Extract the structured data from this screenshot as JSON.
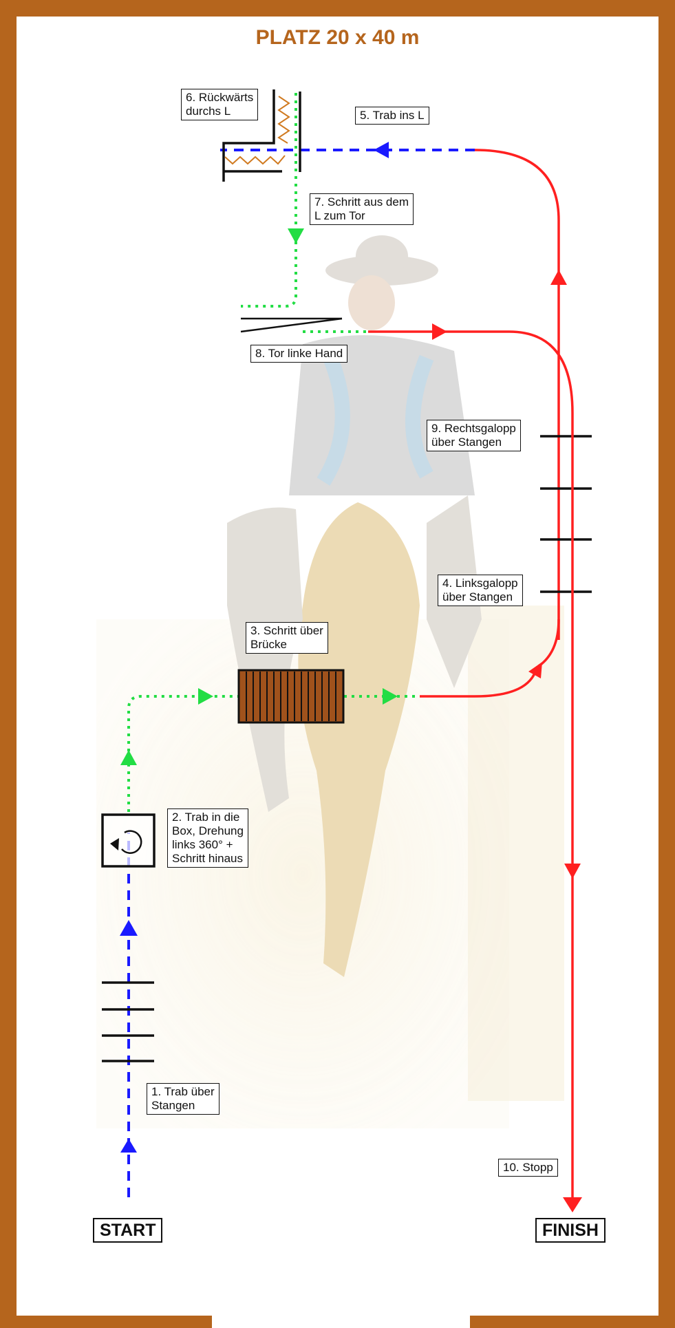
{
  "title": "PLATZ 20 x 40 m",
  "colors": {
    "border": "#b5651d",
    "title": "#b5651d",
    "trot": "#1a1aff",
    "walk": "#22dd44",
    "lope": "#ff2020",
    "obstacle": "#111111",
    "bridge": "#a0521c",
    "backL": "#d07a20"
  },
  "labels": {
    "l1": [
      "1. Trab über",
      "Stangen"
    ],
    "l2": [
      "2. Trab in die",
      "Box, Drehung",
      "links 360° +",
      "Schritt hinaus"
    ],
    "l3": [
      "3. Schritt über",
      "Brücke"
    ],
    "l4": [
      "4. Linksgalopp",
      "über Stangen"
    ],
    "l5": [
      "5. Trab ins L"
    ],
    "l6": [
      "6. Rückwärts",
      "durchs L"
    ],
    "l7": [
      "7. Schritt aus dem",
      "L zum Tor"
    ],
    "l8": [
      "8. Tor linke Hand"
    ],
    "l9": [
      "9. Rechtsgalopp",
      "über Stangen"
    ],
    "l10": [
      "10. Stopp"
    ]
  },
  "start": "START",
  "finish": "FINISH"
}
